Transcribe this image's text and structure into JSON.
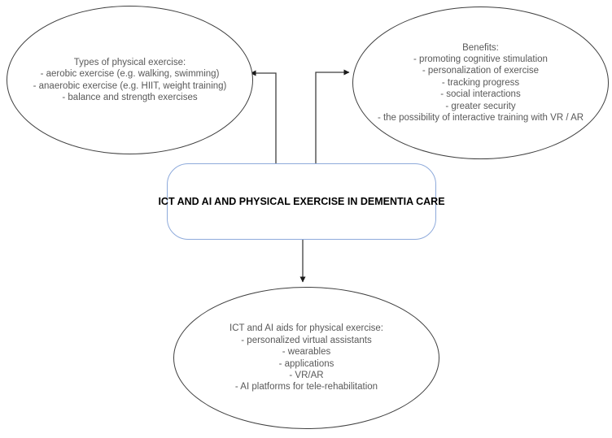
{
  "colors": {
    "background": "#ffffff",
    "ellipse_outline": "#3f3f3f",
    "box_border": "#8eaadb",
    "box_text": "#000000",
    "ellipse_text": "#595959",
    "connector": "#3f3f3f",
    "arrowhead": "#1a1a1a"
  },
  "center_box": {
    "label": "ICT AND AI AND PHYSICAL EXERCISE IN DEMENTIA CARE"
  },
  "left_ellipse": {
    "title": "Types of physical exercise:",
    "items": [
      "- aerobic exercise (e.g. walking, swimming)",
      "- anaerobic exercise (e.g. HIIT, weight training)",
      "- balance and strength exercises"
    ]
  },
  "right_ellipse": {
    "title": "Benefits:",
    "items": [
      "- promoting cognitive stimulation",
      "- personalization of exercise",
      "- tracking progress",
      "- social interactions",
      "- greater security",
      "- the possibility of interactive training with VR / AR"
    ]
  },
  "bottom_ellipse": {
    "title": "ICT and AI aids for physical exercise:",
    "items": [
      "- personalized virtual assistants",
      "- wearables",
      "- applications",
      "- VR/AR",
      "- AI platforms for tele-rehabilitation"
    ]
  }
}
